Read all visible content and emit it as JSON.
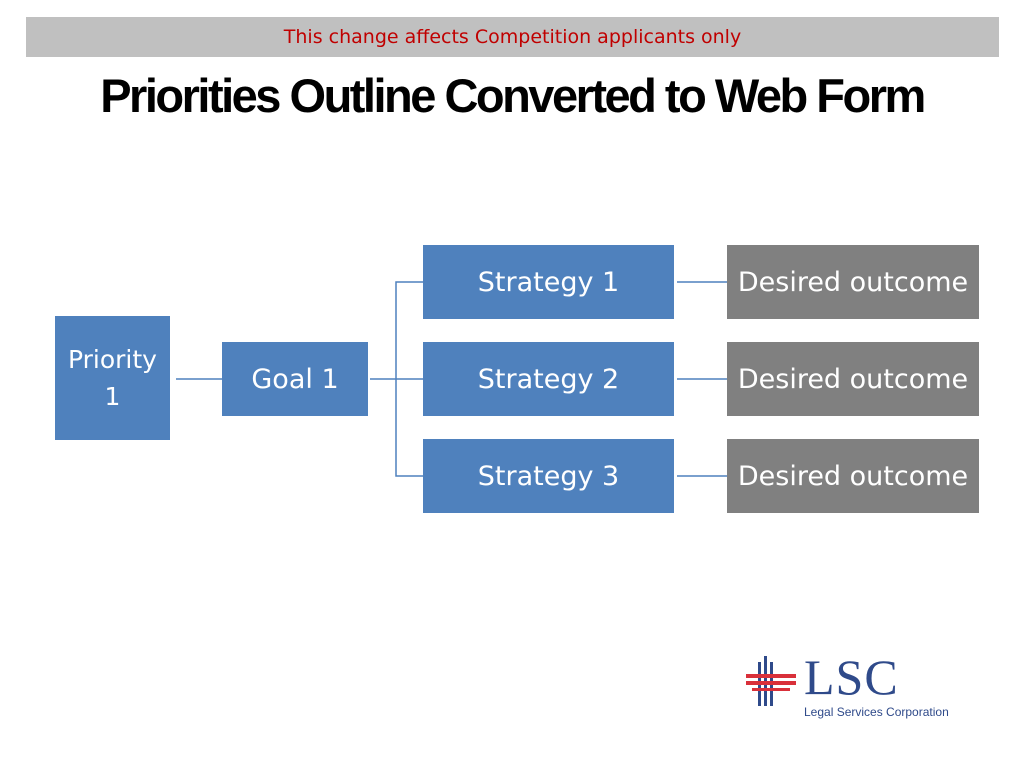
{
  "banner": {
    "text": "This change affects Competition applicants only"
  },
  "title": "Priorities Outline Converted to Web Form",
  "diagram": {
    "priority": "Priority 1",
    "goal": "Goal 1",
    "strategies": [
      "Strategy 1",
      "Strategy 2",
      "Strategy 3"
    ],
    "outcomes": [
      "Desired outcome",
      "Desired outcome",
      "Desired outcome"
    ]
  },
  "colors": {
    "box_blue": "#4f81bd",
    "box_gray": "#808080",
    "banner_text": "#c00000",
    "connector": "#4f81bd"
  },
  "logo": {
    "name": "LSC",
    "subtitle": "Legal Services Corporation",
    "icon": "lsc-cross-icon"
  }
}
